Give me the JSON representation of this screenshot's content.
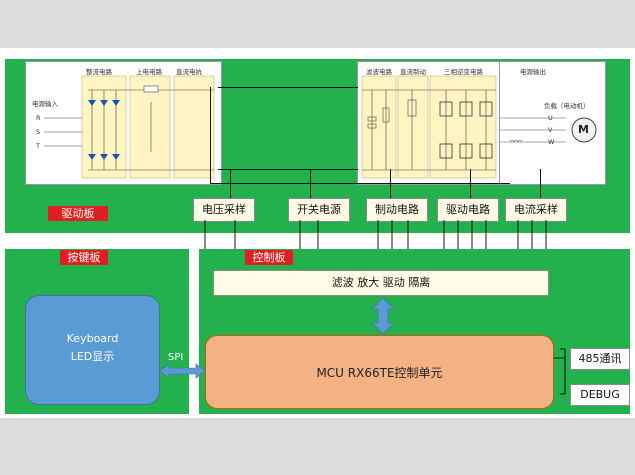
{
  "drive_board": {
    "label": "驱动板",
    "schematic_titles": [
      "整流电路",
      "上电电路",
      "直流电抗",
      "滤波电路",
      "直流制动",
      "三相逆变电路",
      "电源输出"
    ],
    "input_label": "电源输入",
    "phases_in": [
      "R",
      "S",
      "T"
    ],
    "phases_out": [
      "U",
      "V",
      "W"
    ],
    "load_label": "负载（电动机）",
    "motor_symbol": "M",
    "modules": [
      "电压采样",
      "开关电源",
      "制动电路",
      "驱动电路",
      "电流采样"
    ]
  },
  "key_board": {
    "label": "按键板",
    "panel_line1": "Keyboard",
    "panel_line2": "LED显示",
    "spi_label": "SPI"
  },
  "control_board": {
    "label": "控制板",
    "signal_chain": "滤波 放大 驱动 隔离",
    "mcu": "MCU RX66TE控制单元",
    "ports": [
      "485通讯",
      "DEBUG"
    ]
  },
  "colors": {
    "board_green": "#22b14c",
    "label_red": "#e02020",
    "module_fill": "#fffbe6",
    "mcu_orange": "#f4b183",
    "keyboard_blue": "#5b9bd5",
    "arrow_blue": "#5b9bd5"
  }
}
